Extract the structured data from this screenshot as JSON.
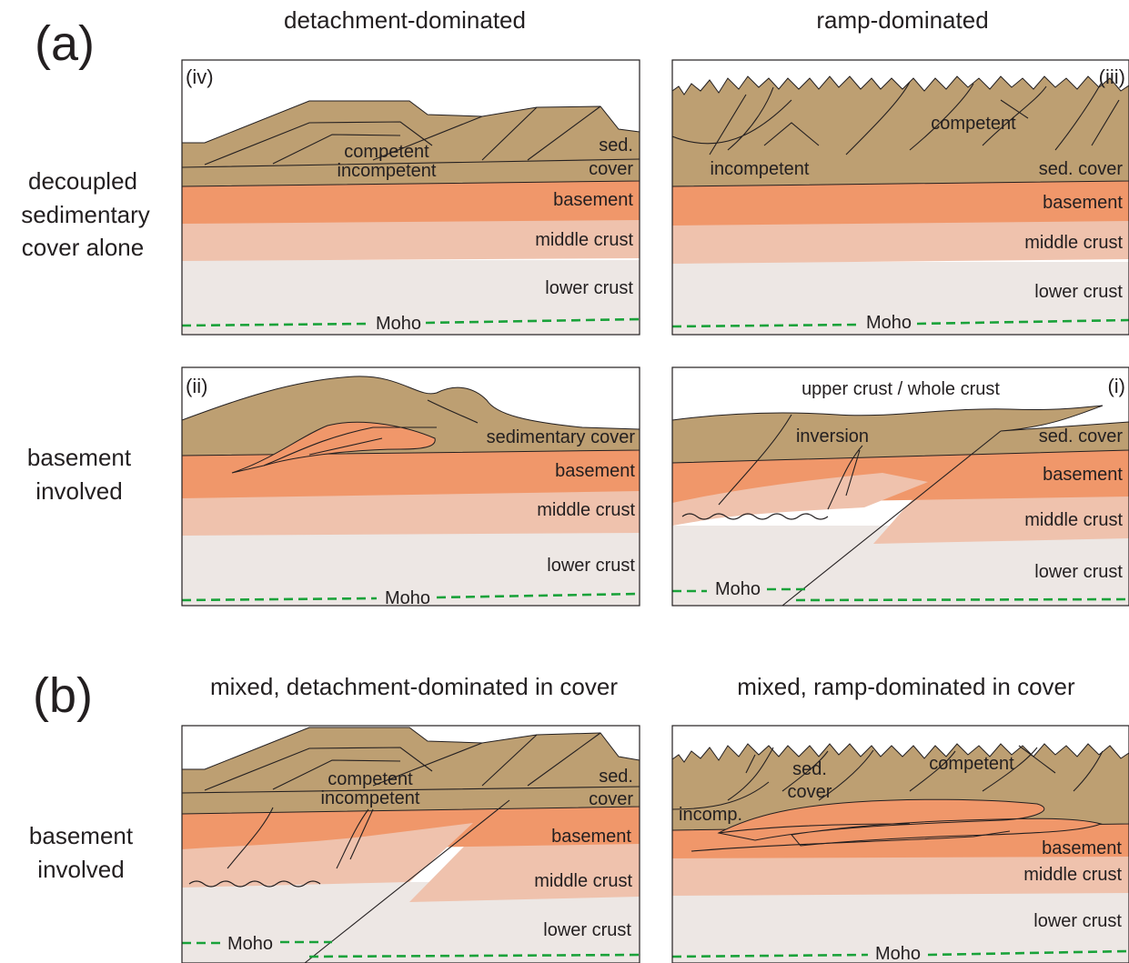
{
  "part_a": {
    "letter": "(a)",
    "col_left": "detachment-dominated",
    "col_right": "ramp-dominated",
    "row1_label": [
      "decoupled",
      "sedimentary",
      "cover alone"
    ],
    "row2_label": [
      "basement",
      "involved"
    ]
  },
  "part_b": {
    "letter": "(b)",
    "col_left": "mixed, detachment-dominated in cover",
    "col_right": "mixed, ramp-dominated in cover",
    "row_label": [
      "basement",
      "involved"
    ]
  },
  "panels": {
    "iv": {
      "number": "(iv)",
      "competent": "competent",
      "incompetent": "incompetent",
      "sed": "sed.",
      "cover": "cover",
      "basement": "basement",
      "middle": "middle crust",
      "lower": "lower crust",
      "moho": "Moho"
    },
    "iii": {
      "number": "(iii)",
      "competent": "competent",
      "incompetent": "incompetent",
      "sedcover": "sed. cover",
      "basement": "basement",
      "middle": "middle crust",
      "lower": "lower crust",
      "moho": "Moho"
    },
    "ii": {
      "number": "(ii)",
      "sedcover": "sedimentary cover",
      "basement": "basement",
      "middle": "middle crust",
      "lower": "lower crust",
      "moho": "Moho"
    },
    "i": {
      "number": "(i)",
      "upper": "upper crust / whole crust",
      "inversion": "inversion",
      "sedcover": "sed. cover",
      "basement": "basement",
      "middle": "middle crust",
      "lower": "lower crust",
      "moho": "Moho"
    },
    "b_left": {
      "competent": "competent",
      "incompetent": "incompetent",
      "sed": "sed.",
      "cover": "cover",
      "basement": "basement",
      "middle": "middle crust",
      "lower": "lower crust",
      "moho": "Moho"
    },
    "b_right": {
      "sed": "sed.",
      "cover": "cover",
      "competent": "competent",
      "incomp": "incomp.",
      "basement": "basement",
      "middle": "middle crust",
      "lower": "lower crust",
      "moho": "Moho"
    }
  },
  "colors": {
    "sediment": "#bd9f72",
    "basement": "#f0976a",
    "middle_crust": "#efc2ad",
    "lower_crust": "#ede7e4",
    "moho": "#1aa23a",
    "line": "#231f20"
  }
}
